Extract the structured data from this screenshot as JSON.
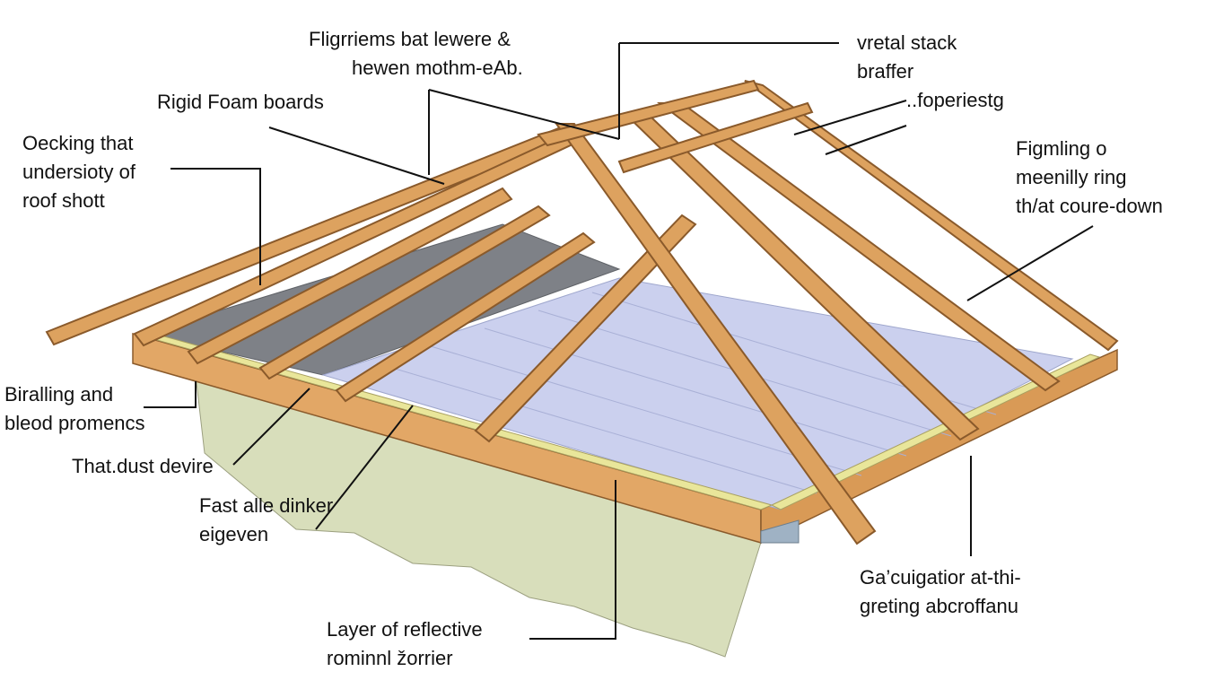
{
  "colors": {
    "timber": "#DDA25F",
    "timber_edge": "#8A5A2B",
    "fascia": "#E2A766",
    "foil": "#CBD0EE",
    "foam_gray": "#7E8187",
    "trim": "#E9E69A",
    "wall": "#D8DEBB",
    "leader": "#111111"
  },
  "labels": {
    "top_center": [
      "Fligrriems bat lewere &",
      "hewen mothm-eAb."
    ],
    "top_right": [
      "vretal stack",
      "braffer",
      "..foperiestg"
    ],
    "rigid_foam": [
      "Rigid Foam boards"
    ],
    "decking": [
      "Oecking that",
      "undersioty of",
      "roof shott"
    ],
    "framing": [
      "Figmling o",
      "meenilly ring",
      "th/at coure-down"
    ],
    "bracing": [
      "Biralling and",
      "bleod promencs"
    ],
    "dust": [
      "That.dust devire"
    ],
    "fast": [
      "Fast alle dinker",
      "eigeven"
    ],
    "ga": [
      "Ga’cuigatior at-thi-",
      "greting abcroffanu"
    ],
    "layer": [
      "Layer of reflective",
      "rominnl žorrier"
    ]
  }
}
